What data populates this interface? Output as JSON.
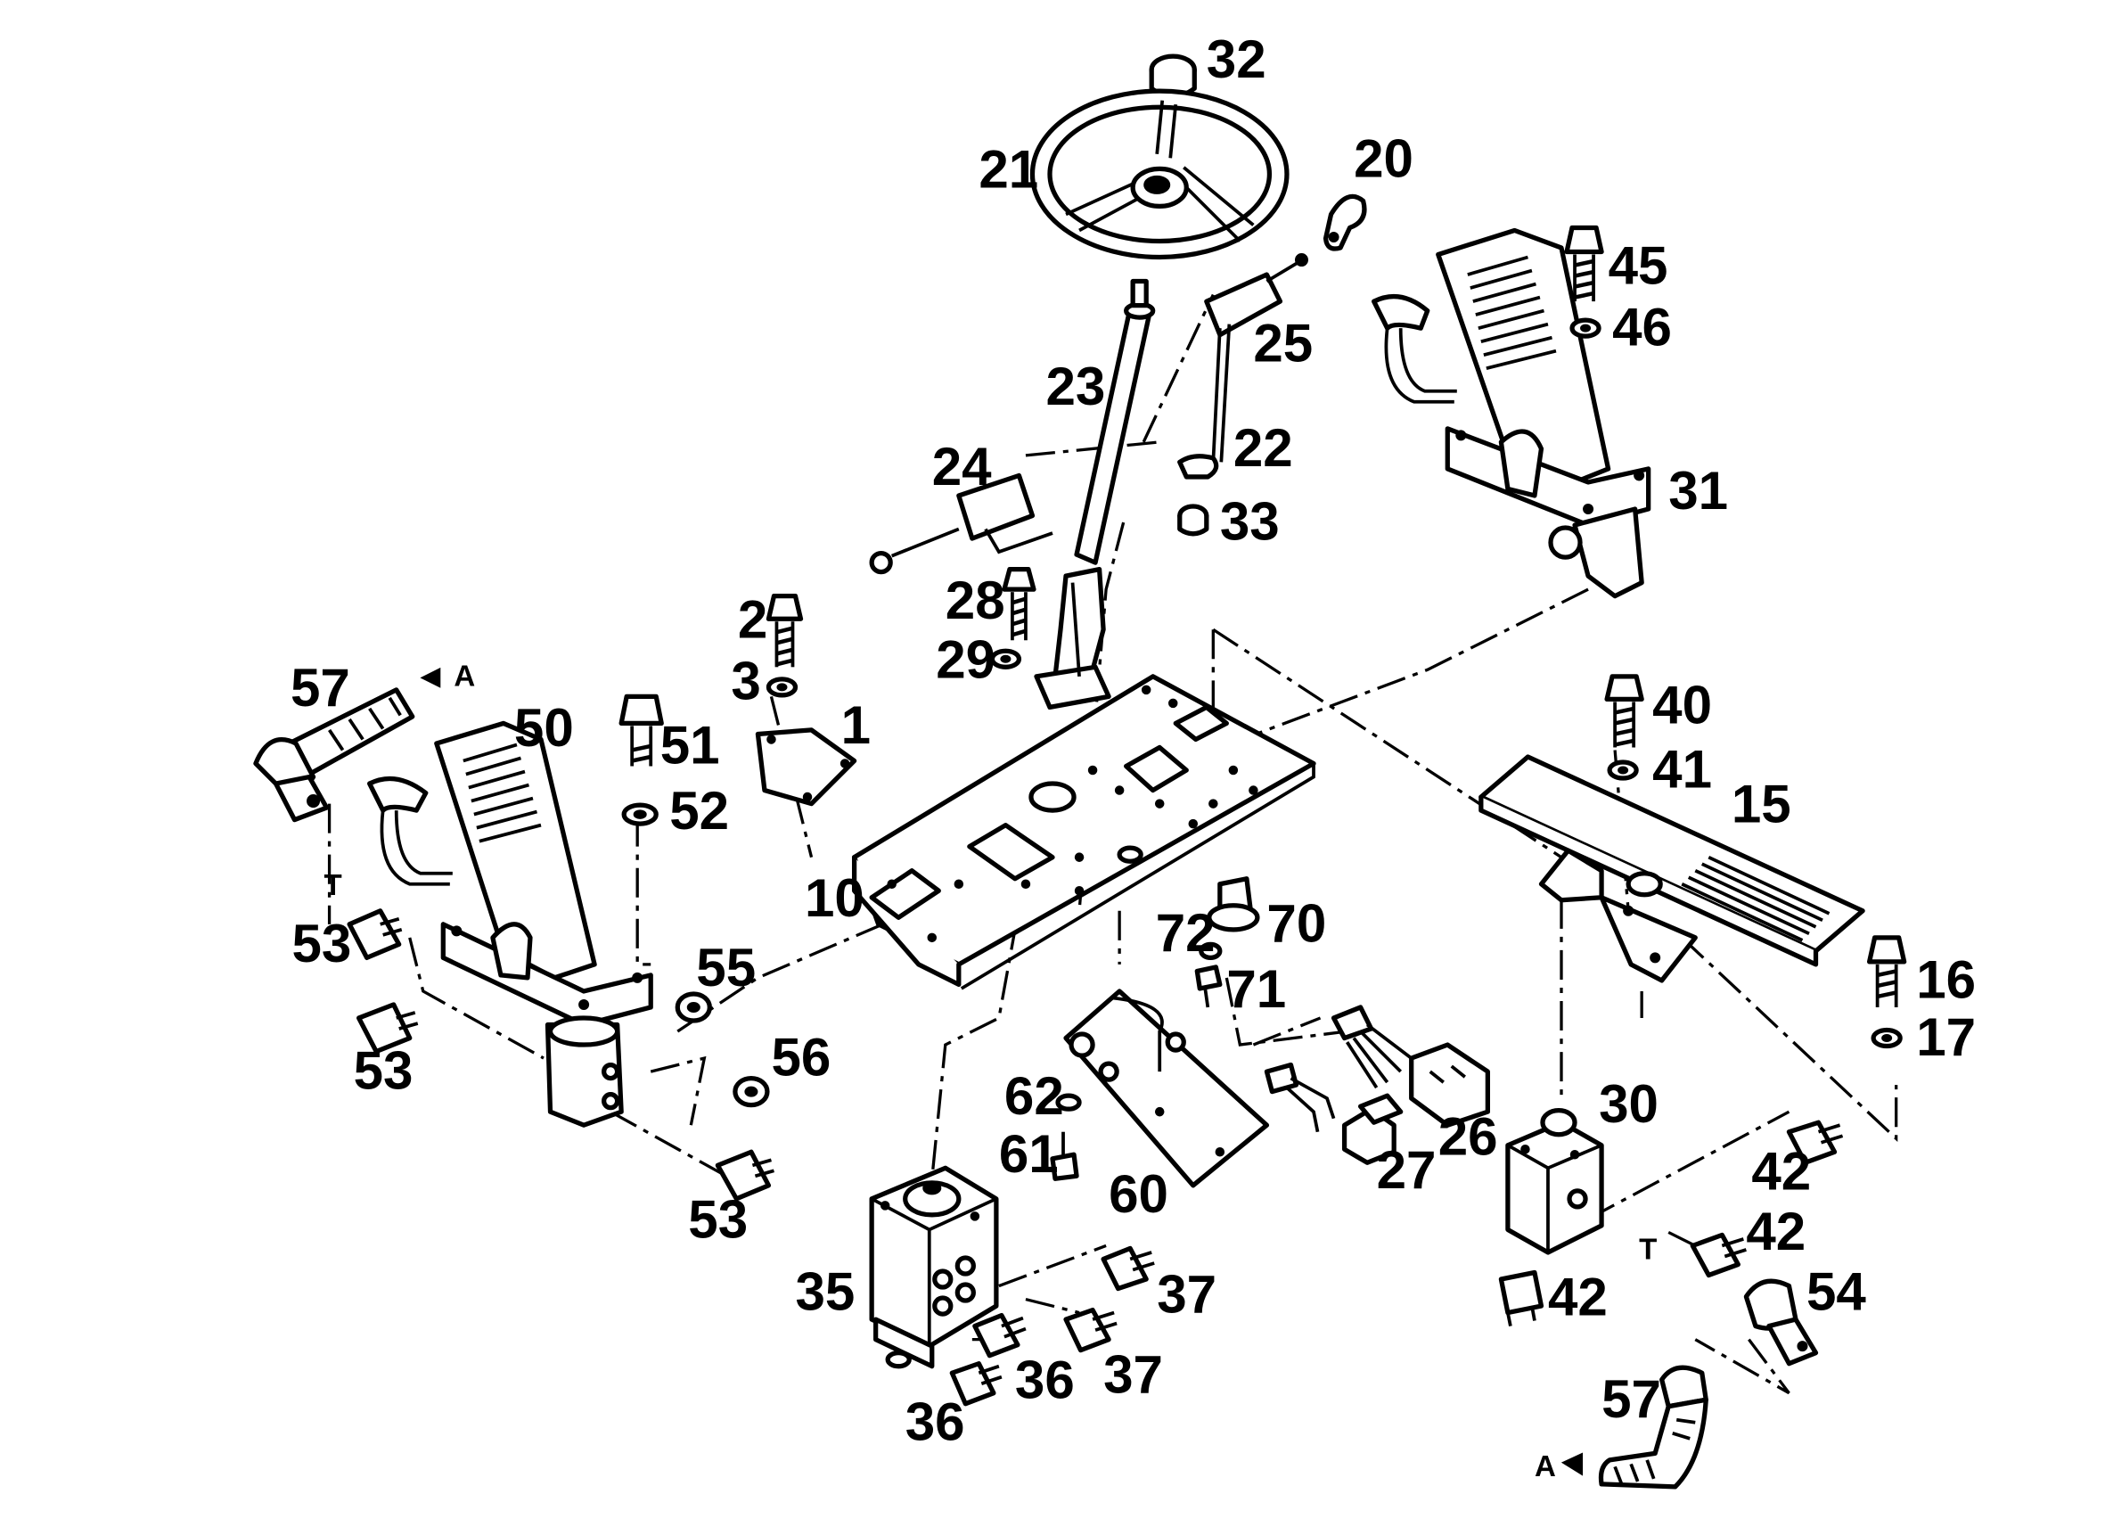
{
  "part_labels": {
    "p1": "1",
    "p2": "2",
    "p3": "3",
    "p10": "10",
    "p15": "15",
    "p16": "16",
    "p17": "17",
    "p20": "20",
    "p21": "21",
    "p22": "22",
    "p23": "23",
    "p24": "24",
    "p25": "25",
    "p26": "26",
    "p27": "27",
    "p28": "28",
    "p29": "29",
    "p30": "30",
    "p31": "31",
    "p32": "32",
    "p33": "33",
    "p35": "35",
    "p36a": "36",
    "p36b": "36",
    "p37a": "37",
    "p37b": "37",
    "p40": "40",
    "p41": "41",
    "p42a": "42",
    "p42b": "42",
    "p42c": "42",
    "p45": "45",
    "p46": "46",
    "p50": "50",
    "p51": "51",
    "p52": "52",
    "p53a": "53",
    "p53b": "53",
    "p53c": "53",
    "p54": "54",
    "p55": "55",
    "p56": "56",
    "p57a": "57",
    "p57b": "57",
    "p60": "60",
    "p61": "61",
    "p62": "62",
    "p70": "70",
    "p71": "71",
    "p72": "72"
  },
  "connection_marks": {
    "arrow_a_top": "A",
    "arrow_a_bottom": "A",
    "port_t_left": "T",
    "port_t_right": "T"
  }
}
